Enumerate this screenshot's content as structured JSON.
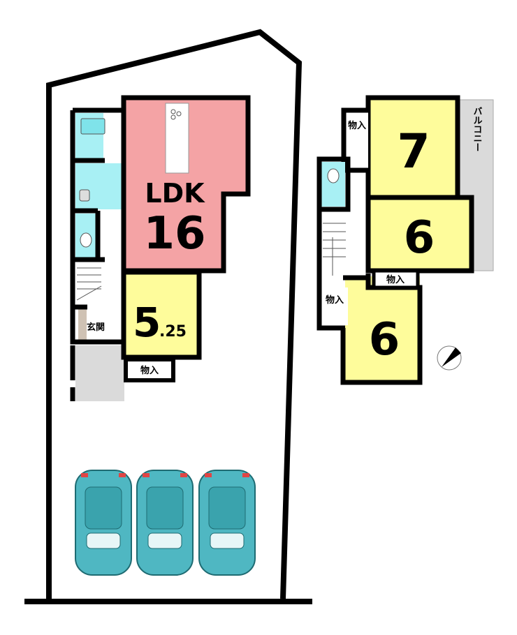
{
  "floor1": {
    "ldk": {
      "label": "LDK",
      "size": "16"
    },
    "room_a": {
      "size_main": "5",
      "size_decimal": ".25"
    },
    "storage": "物入",
    "entrance": "玄関"
  },
  "floor2": {
    "room_7": "7",
    "room_6_top": "6",
    "room_6_bottom": "6",
    "storage_top": "物入",
    "storage_middle": "物入",
    "storage_bottom": "物入",
    "balcony": "バルコニー"
  },
  "parking": {
    "car_count": 3
  },
  "colors": {
    "ldk": "#f4a3a5",
    "bedroom": "#fefc9b",
    "wet_area": "#a8f0f4",
    "porch": "#dadada",
    "entrance_floor": "#cfc2b4",
    "car": "#4fb7c2"
  }
}
